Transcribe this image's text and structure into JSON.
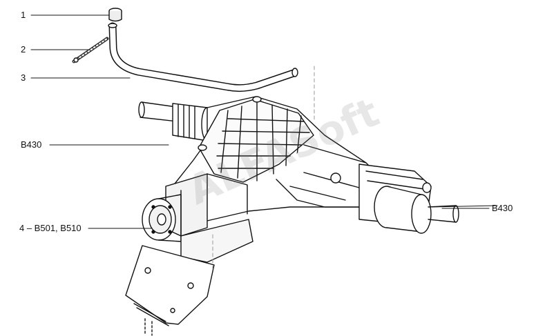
{
  "diagram": {
    "callouts": [
      {
        "id": "c1",
        "label": "1"
      },
      {
        "id": "c2",
        "label": "2"
      },
      {
        "id": "c3",
        "label": "3"
      },
      {
        "id": "c4",
        "label": "B430"
      },
      {
        "id": "c5",
        "label": "4 – B501, B510"
      },
      {
        "id": "c6",
        "label": "B430"
      }
    ],
    "watermark": "ALFASoft",
    "colors": {
      "ink": "#111111",
      "background": "#ffffff",
      "shade": "#9a9a9a"
    }
  }
}
